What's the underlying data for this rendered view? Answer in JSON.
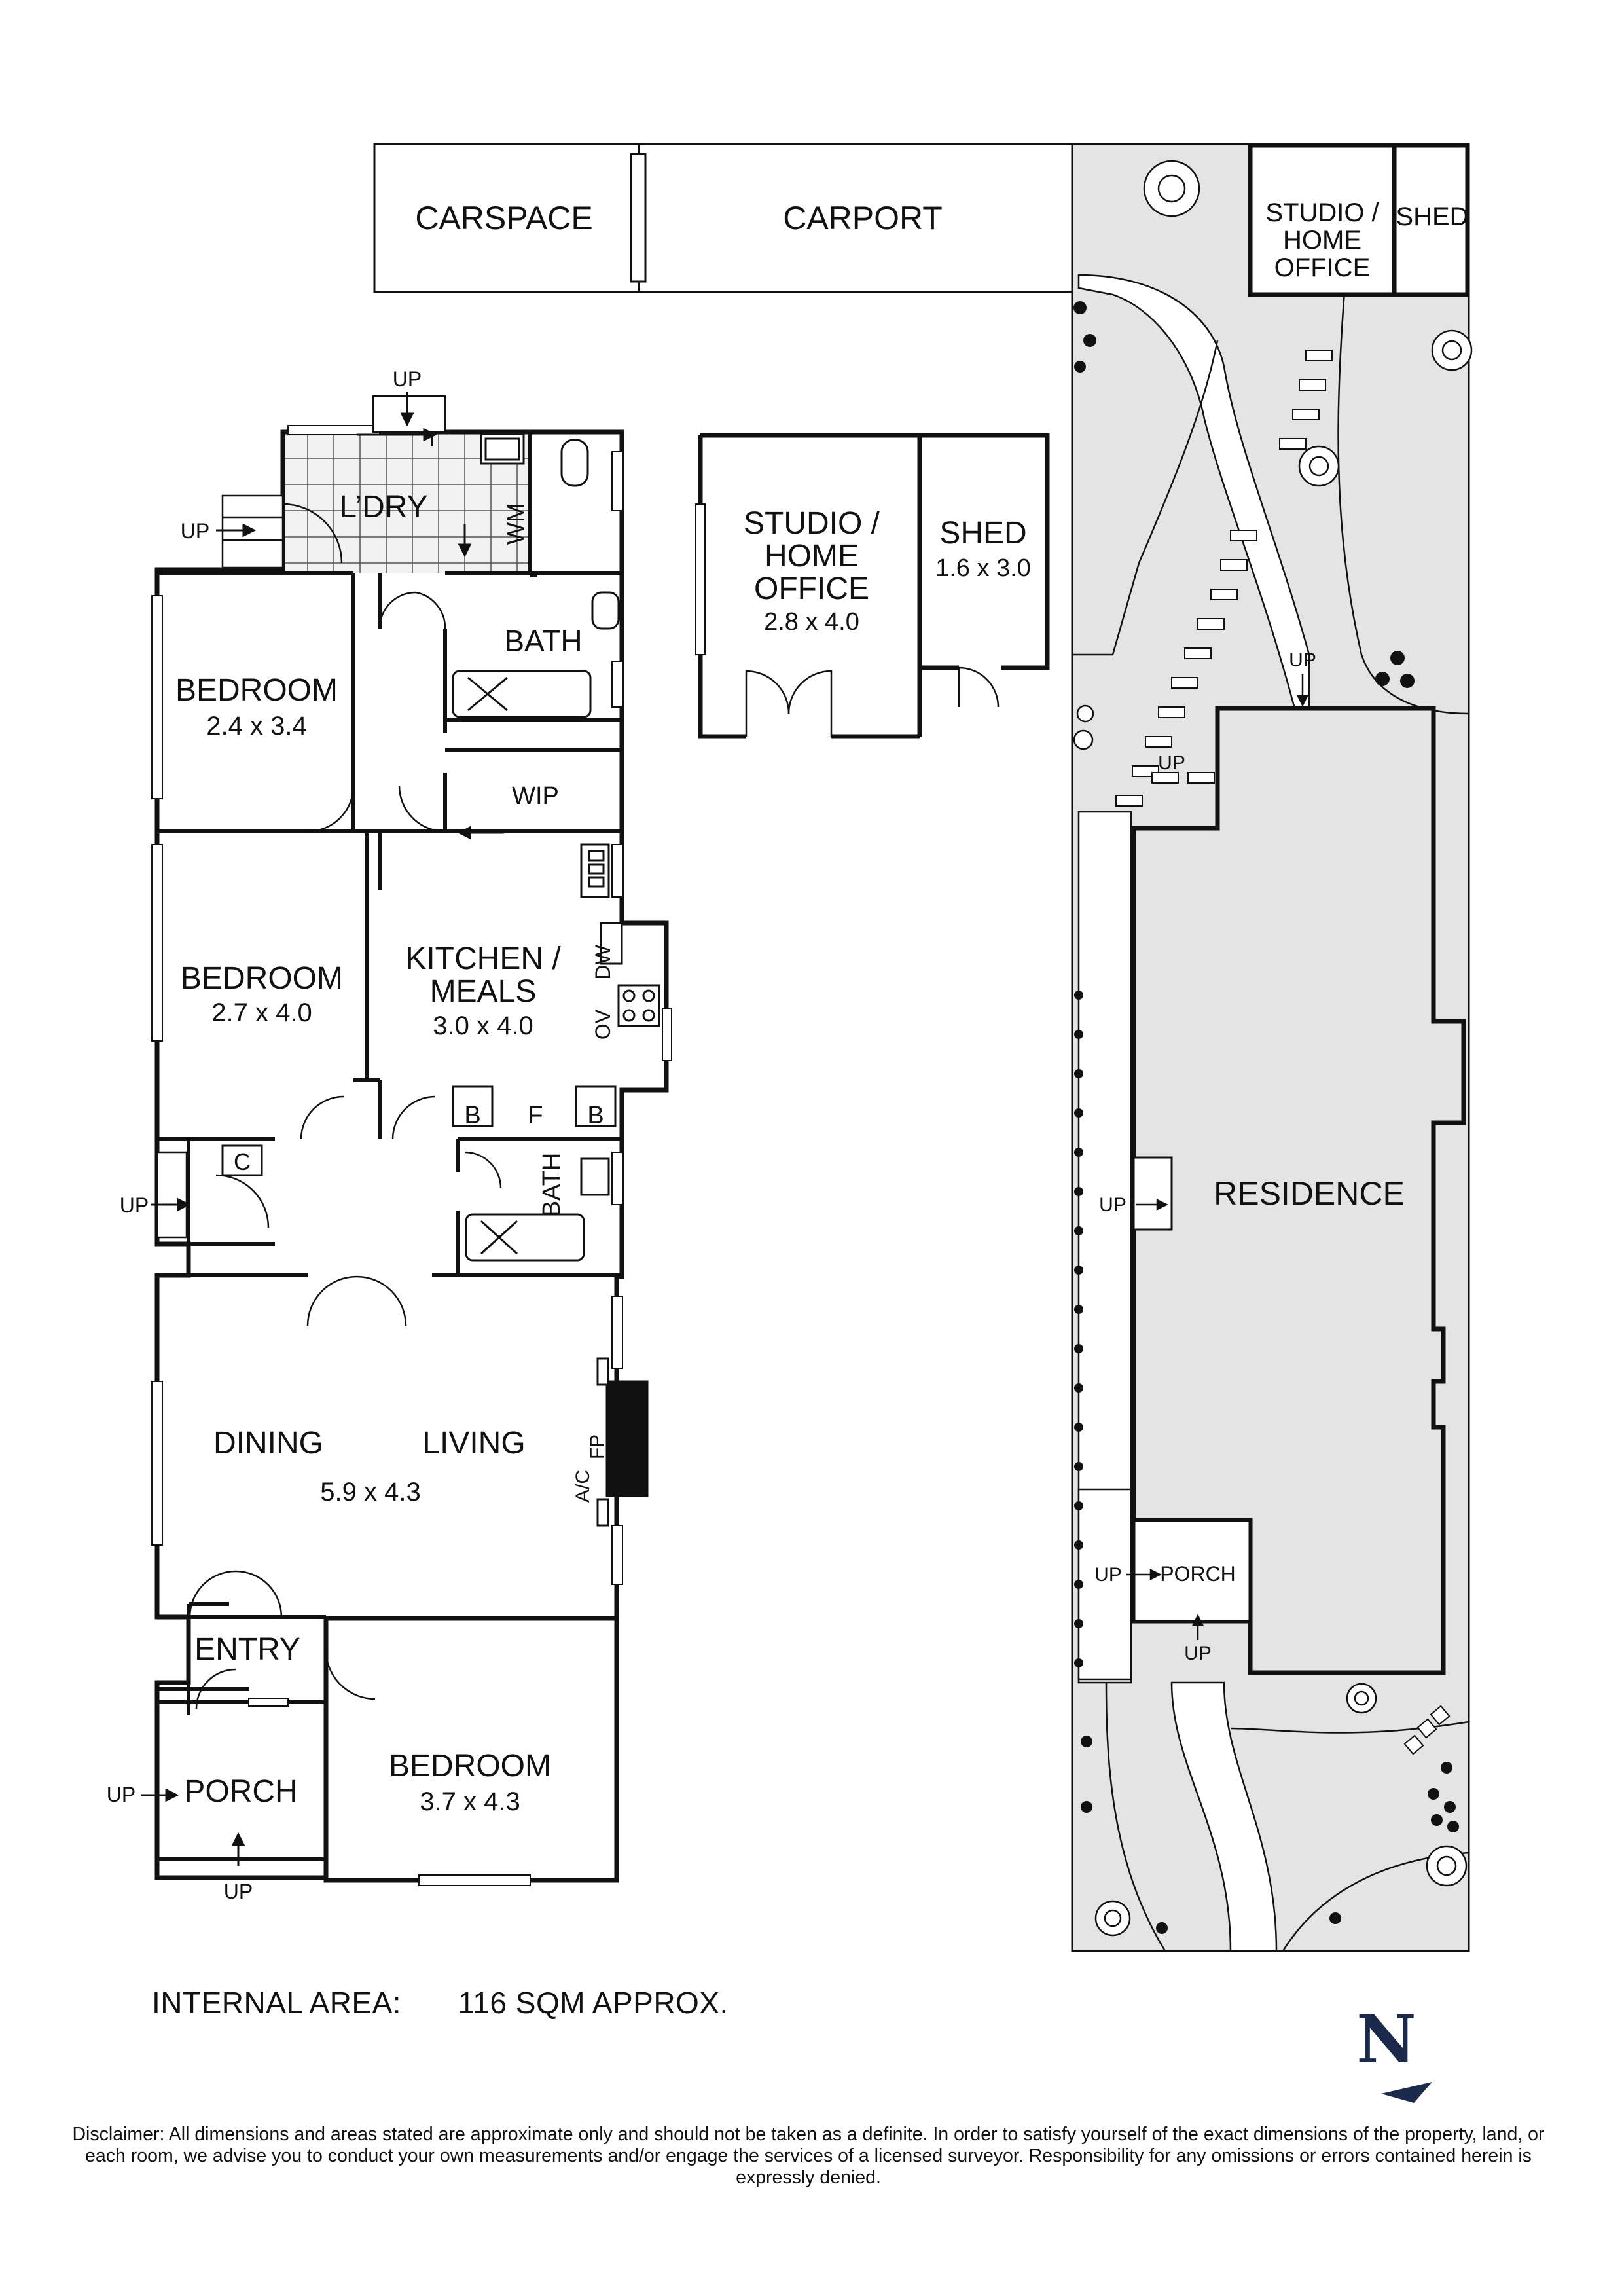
{
  "rooms": {
    "carspace": "CARSPACE",
    "carport": "CARPORT",
    "laundry": "L’DRY",
    "wm": "WM",
    "bath_upper": "BATH",
    "bedroom1_name": "BEDROOM",
    "bedroom1_dim": "2.4 x 3.4",
    "wip": "WIP",
    "bedroom2_name": "BEDROOM",
    "bedroom2_dim": "2.7 x 4.0",
    "kitchen_line1": "KITCHEN /",
    "kitchen_line2": "MEALS",
    "kitchen_dim": "3.0 x 4.0",
    "dw": "DW",
    "ov": "OV",
    "b_left": "B",
    "f": "F",
    "b_right": "B",
    "c": "C",
    "bath_lower": "BATH",
    "dining": "DINING",
    "living": "LIVING",
    "living_dim": "5.9 x 4.3",
    "ac": "A/C",
    "fp": "FP",
    "entry": "ENTRY",
    "porch": "PORCH",
    "bedroom3_name": "BEDROOM",
    "bedroom3_dim": "3.7 x 4.3",
    "studio_line1": "STUDIO /",
    "studio_line2": "HOME",
    "studio_line3": "OFFICE",
    "studio_dim": "2.8 x 4.0",
    "shed": "SHED",
    "shed_dim": "1.6 x 3.0",
    "up": "UP"
  },
  "site": {
    "studio_line1": "STUDIO /",
    "studio_line2": "HOME",
    "studio_line3": "OFFICE",
    "shed": "SHED",
    "residence": "RESIDENCE",
    "porch": "PORCH",
    "up": "UP"
  },
  "compass": {
    "letter": "N"
  },
  "footer": {
    "area_label": "INTERNAL AREA:",
    "area_value": "116 SQM APPROX.",
    "disclaimer": "Disclaimer: All dimensions and areas stated are approximate only and should not be taken as a definite. In order to satisfy yourself of the exact dimensions of the property, land, or each room, we advise you to conduct your own measurements and/or engage the services of a licensed surveyor. Responsibility for any omissions or errors contained herein is expressly denied."
  },
  "colors": {
    "ink": "#111111",
    "garden": "#e4e4e4",
    "compass": "#1b2a4a"
  }
}
